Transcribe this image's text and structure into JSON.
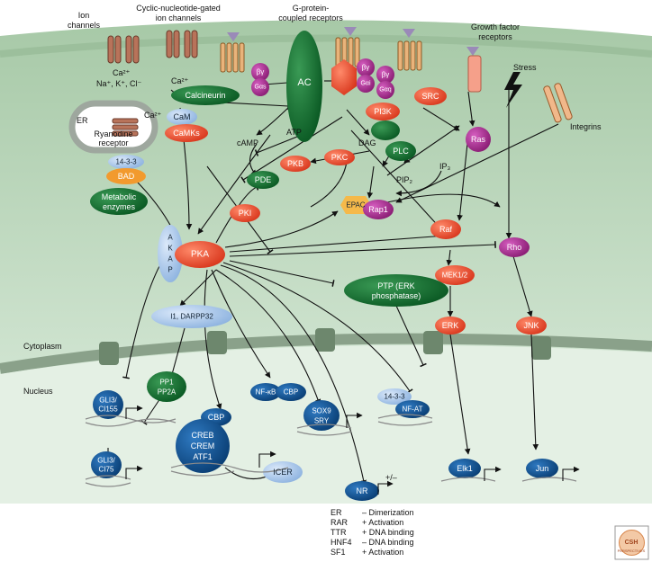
{
  "labels": {
    "ion_channels": [
      "Ion",
      "channels"
    ],
    "cng_channels": [
      "Cyclic-nucleotide-gated",
      "ion channels"
    ],
    "gpcr": [
      "G-protein-",
      "coupled receptors"
    ],
    "growth_factor": [
      "Growth factor",
      "receptors"
    ],
    "stress": "Stress",
    "integrins": "Integrins",
    "er": "ER",
    "ryanodine": [
      "Ryanodine",
      "receptor"
    ],
    "ca_ion": "Ca²⁺",
    "ions_list": "Na⁺, K⁺, Cl⁻",
    "ca_er": "Ca²⁺",
    "ca_cng": "Ca²⁺",
    "camp": "cAMP",
    "atp": "ATP",
    "dag": "DAG",
    "ip3": "IP₃",
    "pip2": "PIP₂",
    "cytoplasm": "Cytoplasm",
    "nucleus": "Nucleus",
    "plus_minus": "+/–",
    "csh": [
      "CSH",
      "PERSPECTIVES"
    ]
  },
  "nodes": {
    "calcineurin": "Calcineurin",
    "cam": "CaM",
    "camks": "CaMKs",
    "ac": "AC",
    "bg1": "βγ",
    "ga1": "Gαs",
    "bg2": "βγ",
    "ga2": "Gαi",
    "bg3": "βγ",
    "ga3": "Gαq",
    "src": "SRC",
    "pi3k": "PI3K",
    "plc": "PLC",
    "ras": "Ras",
    "pkb": "PKB",
    "pkc": "PKC",
    "pde": "PDE",
    "epac": "EPAC",
    "rap1": "Rap1",
    "pki": "PKI",
    "raf": "Raf",
    "p1433a": "14-3-3",
    "bad": "BAD",
    "metabolic": [
      "Metabolic",
      "enzymes"
    ],
    "akap": [
      "A",
      "K",
      "A",
      "P"
    ],
    "pka": "PKA",
    "rho": "Rho",
    "mek": "MEK1/2",
    "ptp": [
      "PTP (ERK",
      "phosphatase)"
    ],
    "erk": "ERK",
    "jnk": "JNK",
    "i1": "I1, DARPP32",
    "pp1": [
      "PP1",
      "PP2A"
    ],
    "gli155": [
      "GLI3/",
      "CI155"
    ],
    "gli75": [
      "GLI3/",
      "CI75"
    ],
    "cbp1": "CBP",
    "creb": [
      "CREB",
      "CREM",
      "ATF1"
    ],
    "icer": "ICER",
    "nfkb": "NF-κB",
    "cbp2": "CBP",
    "sox": [
      "SOX9",
      "SRY"
    ],
    "p1433b": "14-3-3",
    "nfat": "NF-AT",
    "nr": "NR",
    "elk": "Elk1",
    "jun": "Jun"
  },
  "nr_regulation": [
    {
      "receptor": "ER",
      "effect": "– Dimerization"
    },
    {
      "receptor": "RAR",
      "effect": "+ Activation"
    },
    {
      "receptor": "TTR",
      "effect": "+ DNA binding"
    },
    {
      "receptor": "HNF4",
      "effect": "– DNA binding"
    },
    {
      "receptor": "SF1",
      "effect": "+ Activation"
    }
  ],
  "colors": {
    "red": "#e8452c",
    "dark_green": "#0f6b2e",
    "magenta": "#a02a8a",
    "light_blue": "#a9c8ec",
    "dark_blue": "#0d4f8c",
    "orange": "#f29a2e",
    "cell": "#dfeee0",
    "membrane_top": "#c9e0c8"
  }
}
